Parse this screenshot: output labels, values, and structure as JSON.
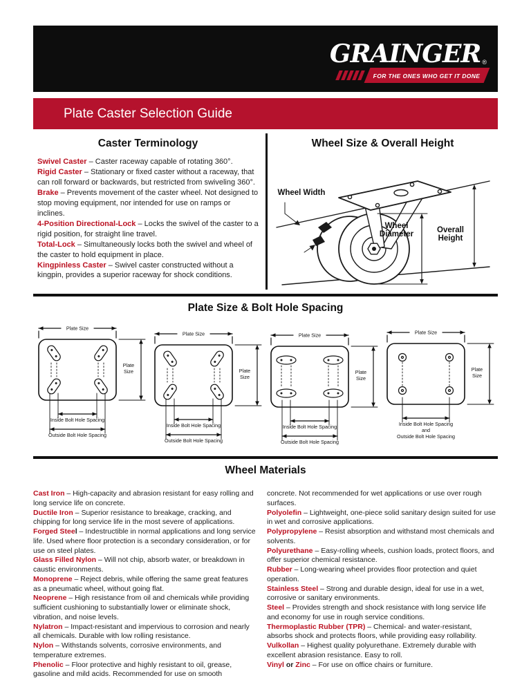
{
  "brand": {
    "logo": "GRAINGER",
    "reg": "®",
    "tagline": "FOR THE ONES WHO GET IT DONE"
  },
  "title": "Plate Caster Selection Guide",
  "colors": {
    "accent_red": "#b5122d",
    "term_red": "#bb1222",
    "rule_black": "#111111"
  },
  "terminology": {
    "heading": "Caster Terminology",
    "items": [
      {
        "term": "Swivel Caster",
        "desc": "Caster raceway capable of rotating 360°."
      },
      {
        "term": "Rigid Caster",
        "desc": "Stationary or fixed caster without a raceway, that can roll forward or backwards, but restricted from swiveling 360°."
      },
      {
        "term": "Brake",
        "desc": "Prevents movement of the caster wheel. Not designed to stop moving equipment, nor intended for use on ramps or inclines."
      },
      {
        "term": "4-Position Directional-Lock",
        "desc": "Locks the swivel of the caster to a rigid position, for straight line travel."
      },
      {
        "term": "Total-Lock",
        "desc": "Simultaneously locks both the swivel and wheel of the caster to hold equipment in place."
      },
      {
        "term": "Kingpinless Caster",
        "desc": "Swivel caster constructed without a kingpin, provides a superior raceway for shock conditions."
      }
    ]
  },
  "wheel_size": {
    "heading": "Wheel Size & Overall Height",
    "labels": {
      "width": "Wheel Width",
      "diameter": "Wheel Diameter",
      "height": "Overall Height"
    }
  },
  "plate_section": {
    "heading": "Plate Size & Bolt Hole Spacing",
    "labels": {
      "plate_size": "Plate Size",
      "plate_size_v1": "Plate",
      "plate_size_v2": "Size",
      "inside": "Inside Bolt Hole Spacing",
      "and": "and",
      "outside": "Outside Bolt Hole Spacing"
    },
    "plates": [
      {
        "hole": "slot-diagonal",
        "label_mode": "separate"
      },
      {
        "hole": "slot-diagonal",
        "label_mode": "separate"
      },
      {
        "hole": "slot-horizontal",
        "label_mode": "separate"
      },
      {
        "hole": "round",
        "label_mode": "combined"
      }
    ]
  },
  "materials": {
    "heading": "Wheel Materials",
    "left": [
      {
        "term": "Cast Iron",
        "desc": "High-capacity and abrasion resistant for easy rolling and long service life on concrete."
      },
      {
        "term": "Ductile Iron",
        "desc": "Superior resistance to breakage, cracking, and chipping for long service life in the most severe of applications."
      },
      {
        "term": "Forged Stee",
        "term_black": "l",
        "desc": "Indestructible in normal applications and long service life. Used where floor protection is a secondary consideration, or for use on steel plates."
      },
      {
        "term": "Glass Filled Nylon",
        "desc": "Will not chip, absorb water, or breakdown in caustic environments."
      },
      {
        "term": "Monoprene",
        "desc": "Reject debris, while offering the same great features as a pneumatic wheel, without going flat."
      },
      {
        "term": "Neoprene",
        "desc": "High resistance from oil and chemicals while providing sufficient cushioning to substantially lower or eliminate shock, vibration, and noise levels."
      },
      {
        "term": "Nylatron",
        "desc": "Impact-resistant and impervious to corrosion and nearly all chemicals.  Durable with low rolling resistance."
      },
      {
        "term": "Nylon",
        "desc": "Withstands solvents, corrosive environments, and temperature extremes."
      },
      {
        "term": "Phenolic",
        "desc": "Floor protective and highly resistant to oil, grease, gasoline and mild acids. Recommended for use on smooth"
      }
    ],
    "right_intro": "concrete. Not recommended for wet applications or use over rough surfaces.",
    "right": [
      {
        "term": "Polyolefin",
        "desc": "Lightweight, one-piece solid sanitary design suited for use in wet and corrosive applications."
      },
      {
        "term": "Polypropylene",
        "desc": "Resist absorption and withstand most chemicals and solvents."
      },
      {
        "term": "Polyurethane",
        "desc": "Easy-rolling wheels, cushion loads, protect floors, and offer superior chemical resistance."
      },
      {
        "term": "Rubber",
        "desc": "Long-wearing wheel provides floor protection and quiet operation."
      },
      {
        "term": "Stainless Steel",
        "desc": "Strong and durable design, ideal for use in a wet, corrosive or sanitary environments."
      },
      {
        "term": "Steel",
        "desc": "Provides strength and shock resistance with long service life and economy for use in rough service conditions."
      },
      {
        "term": "Thermoplastic Rubber (TPR)",
        "desc": "Chemical- and water-resistant, absorbs shock and protects floors, while providing easy rollability."
      },
      {
        "term": "Vulkollan",
        "desc": "Highest quality polyurethane. Extremely durable with excellent abrasion resistance. Easy to roll."
      },
      {
        "term": "Vinyl",
        "mid": " or ",
        "term2": "Zinc",
        "desc": "For use on office chairs or furniture."
      }
    ]
  }
}
